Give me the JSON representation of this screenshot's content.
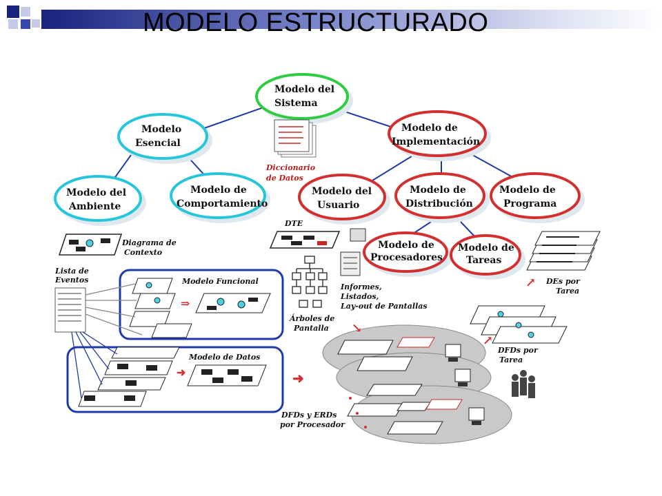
{
  "slide": {
    "title": "MODELO ESTRUCTURADO",
    "colors": {
      "accent_dark": "#1a237e",
      "accent_light": "#9fa8da",
      "green": "#2ecc40",
      "cyan": "#26c6da",
      "red": "#d32f2f",
      "blue": "#1f3aa8"
    }
  },
  "diagram": {
    "nodes": {
      "sistema": {
        "line1": "Modelo del",
        "line2": "Sistema"
      },
      "esencial": {
        "line1": "Modelo",
        "line2": "Esencial"
      },
      "implementacion": {
        "line1": "Modelo de",
        "line2": "Implementación"
      },
      "ambiente": {
        "line1": "Modelo del",
        "line2": "Ambiente"
      },
      "comportamiento": {
        "line1": "Modelo de",
        "line2": "Comportamiento"
      },
      "usuario": {
        "line1": "Modelo del",
        "line2": "Usuario"
      },
      "distribucion": {
        "line1": "Modelo de",
        "line2": "Distribución"
      },
      "programa": {
        "line1": "Modelo de",
        "line2": "Programa"
      },
      "procesadores": {
        "line1": "Modelo de",
        "line2": "Procesadores"
      },
      "tareas": {
        "line1": "Modelo de",
        "line2": "Tareas"
      }
    },
    "labels": {
      "diccionario1": "Diccionario",
      "diccionario2": "de Datos",
      "diagrama1": "Diagrama de",
      "diagrama2": "Contexto",
      "dte": "DTE",
      "lista1": "Lista de",
      "lista2": "Eventos",
      "funcional": "Modelo Funcional",
      "datos": "Modelo de Datos",
      "informes1": "Informes,",
      "informes2": "Listados,",
      "informes3": "Lay-out de Pantallas",
      "arboles1": "Árboles de",
      "arboles2": "Pantalla",
      "des1": "DEs por",
      "des2": "Tarea",
      "dfds1": "DFDs por",
      "dfds2": "Tarea",
      "proc1": "DFDs y ERDs",
      "proc2": "por Procesador"
    }
  }
}
